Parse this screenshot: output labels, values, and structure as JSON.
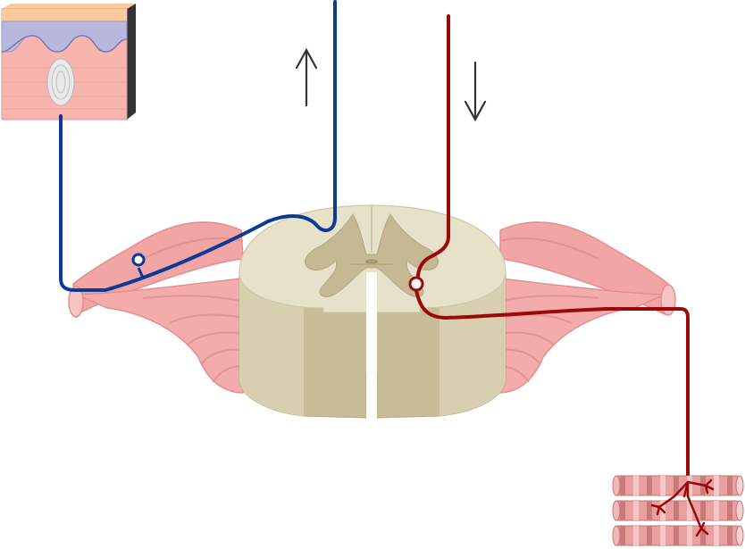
{
  "diagram": {
    "components": [
      "skin-block",
      "sensory-receptor",
      "sensory-neuron",
      "dorsal-root-ganglion",
      "spinal-cord-cross-section",
      "grey-matter",
      "central-canal",
      "motor-neuron",
      "motor-neuron-cell-body",
      "spinal-nerve-roots",
      "muscle-fibers",
      "ascending-arrow",
      "descending-arrow"
    ],
    "signals": [
      {
        "id": "ascending",
        "direction": "up",
        "icon": "arrow-up-icon"
      },
      {
        "id": "descending",
        "direction": "down",
        "icon": "arrow-down-icon"
      }
    ]
  },
  "colors": {
    "sensory_neuron": "#0d3a93",
    "motor_neuron": "#9b0a0a",
    "white_matter": "#e6e0c8",
    "grey_matter": "#c4b994",
    "nerve_root": "#f0a8a8",
    "nerve_root_dark": "#e48d8d",
    "skin_epidermis": "#b8b7dc",
    "skin_dermis": "#f7b5ae",
    "skin_top": "#f9c99d",
    "muscle": "#d98a8a",
    "arrow": "#333333"
  }
}
